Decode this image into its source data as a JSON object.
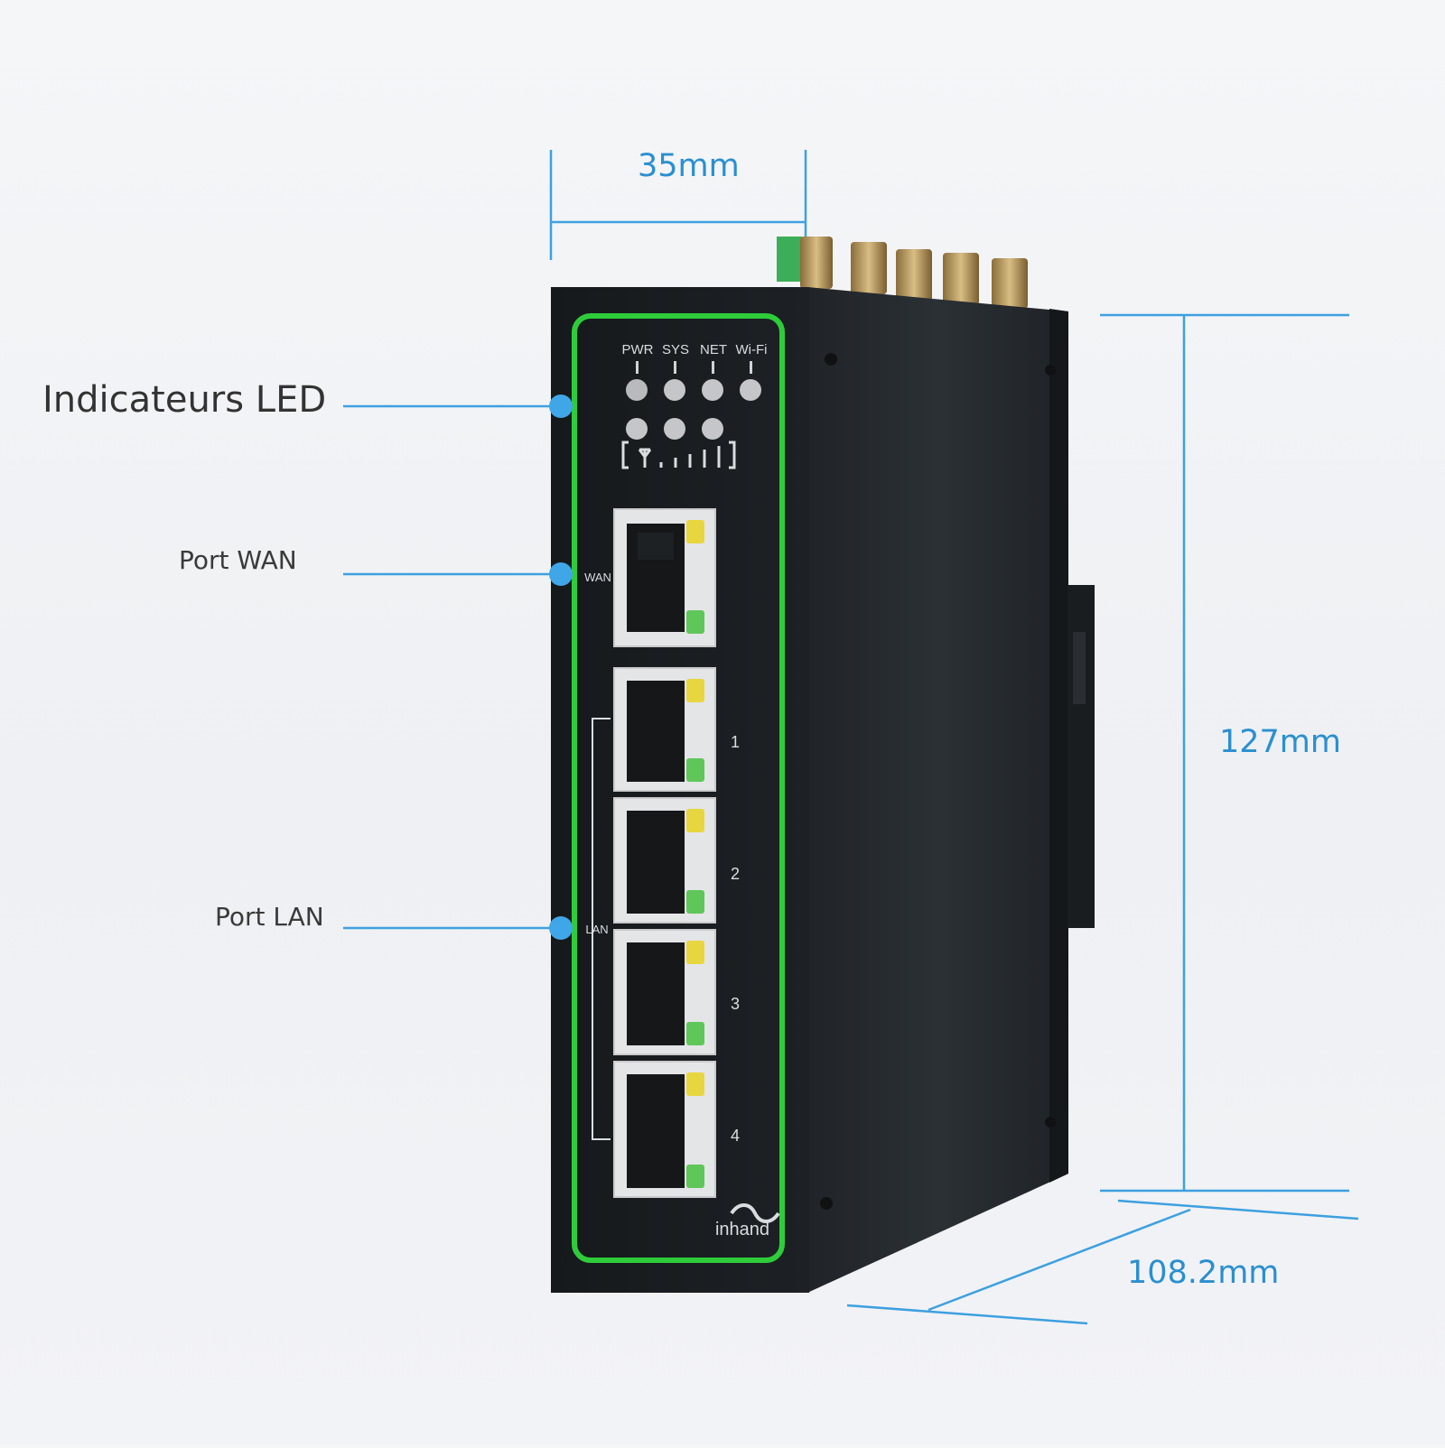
{
  "callouts": {
    "led": "Indicateurs LED",
    "wan": "Port WAN",
    "lan": "Port LAN"
  },
  "dimensions": {
    "width": "35mm",
    "height": "127mm",
    "depth": "108.2mm"
  },
  "panel": {
    "led_labels": [
      "PWR",
      "SYS",
      "NET",
      "Wi-Fi"
    ],
    "wan_label": "WAN",
    "lan_label": "LAN",
    "port_numbers": [
      "1",
      "2",
      "3",
      "4"
    ],
    "brand": "inhand"
  },
  "colors": {
    "accent_line": "#2a8fd0",
    "callout_dot": "#3fa6e8",
    "device_body": "#24282c",
    "panel_border": "#2ecc3a"
  }
}
